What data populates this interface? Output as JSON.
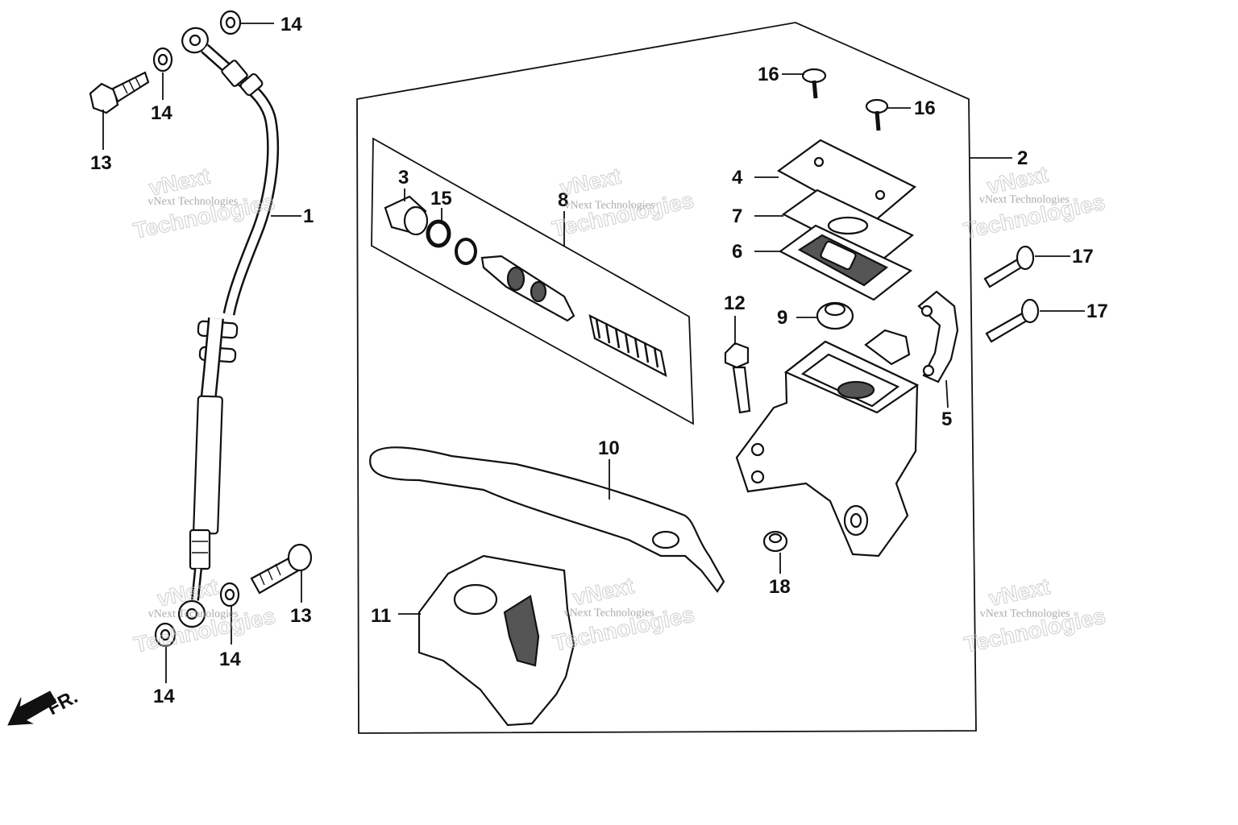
{
  "watermark": {
    "line1": "vNext Technologies",
    "line2": "vNext",
    "line3": "Technologies"
  },
  "front_marker": "FR.",
  "parts": {
    "p1": "1",
    "p2": "2",
    "p3": "3",
    "p4": "4",
    "p5": "5",
    "p6": "6",
    "p7": "7",
    "p8": "8",
    "p9": "9",
    "p10": "10",
    "p11": "11",
    "p12": "12",
    "p13": "13",
    "p14": "14",
    "p15": "15",
    "p16": "16",
    "p17": "17",
    "p18": "18"
  }
}
